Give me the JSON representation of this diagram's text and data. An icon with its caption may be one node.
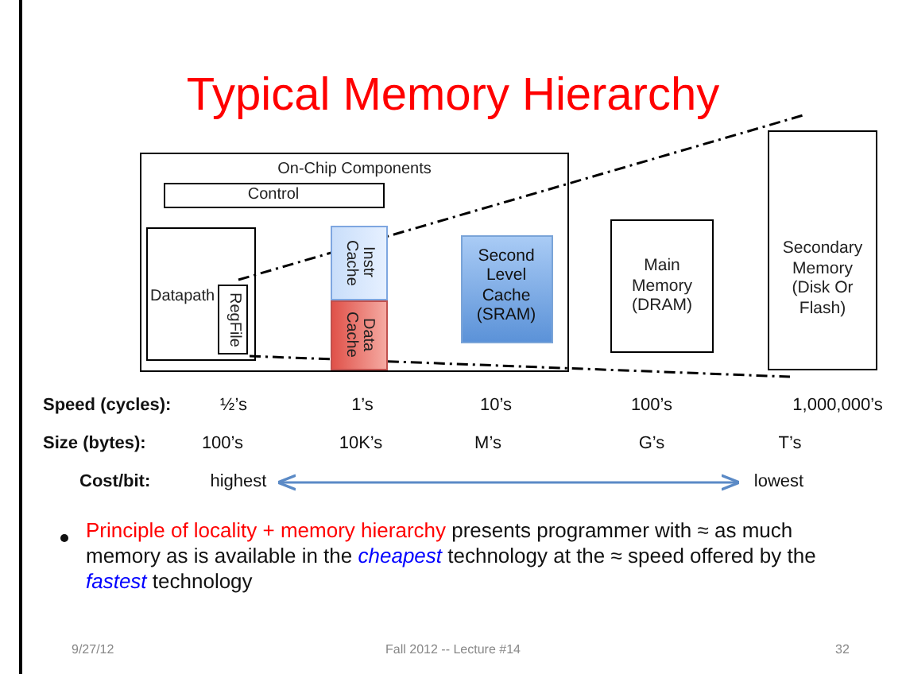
{
  "diagram": {
    "title": "Typical Memory Hierarchy",
    "nodes": [
      {
        "text": [
          "On-Chip Components"
        ]
      },
      {
        "text": [
          "Control"
        ],
        "in": 0
      },
      {
        "text": [
          "Datapath"
        ],
        "in": 0
      },
      {
        "text": [
          "RegFile"
        ],
        "in": 2
      },
      {
        "text": [
          "Instr Cache"
        ],
        "in": 0
      },
      {
        "text": [
          "Data Cache"
        ],
        "in": 0
      },
      {
        "text": [
          "Second Level Cache (SRAM)"
        ],
        "in": 0
      },
      {
        "text": [
          "Main Memory (DRAM)"
        ]
      },
      {
        "text": [
          "Secondary Memory (Disk Or Flash)"
        ]
      },
      {
        "text": [
          "highest"
        ]
      },
      {
        "text": [
          "lowest"
        ]
      }
    ],
    "edges": [
      {
        "from": 9,
        "to": 10,
        "arrow": "both"
      }
    ],
    "labels": [
      "Speed (cycles):",
      "½’s",
      "1’s",
      "10’s",
      "100’s",
      "1,000,000’s",
      "Size (bytes):",
      "100’s",
      "10K’s",
      "M’s",
      "G’s",
      "T’s",
      "Cost/bit:",
      "Principle of locality + memory hierarchy",
      "presents programmer with ≈ as much memory as is available in the *cheapest* technology at the ≈ speed offered by the *fastest* technology",
      "9/27/12",
      "Fall 2012 -- Lecture #14",
      "32"
    ]
  }
}
